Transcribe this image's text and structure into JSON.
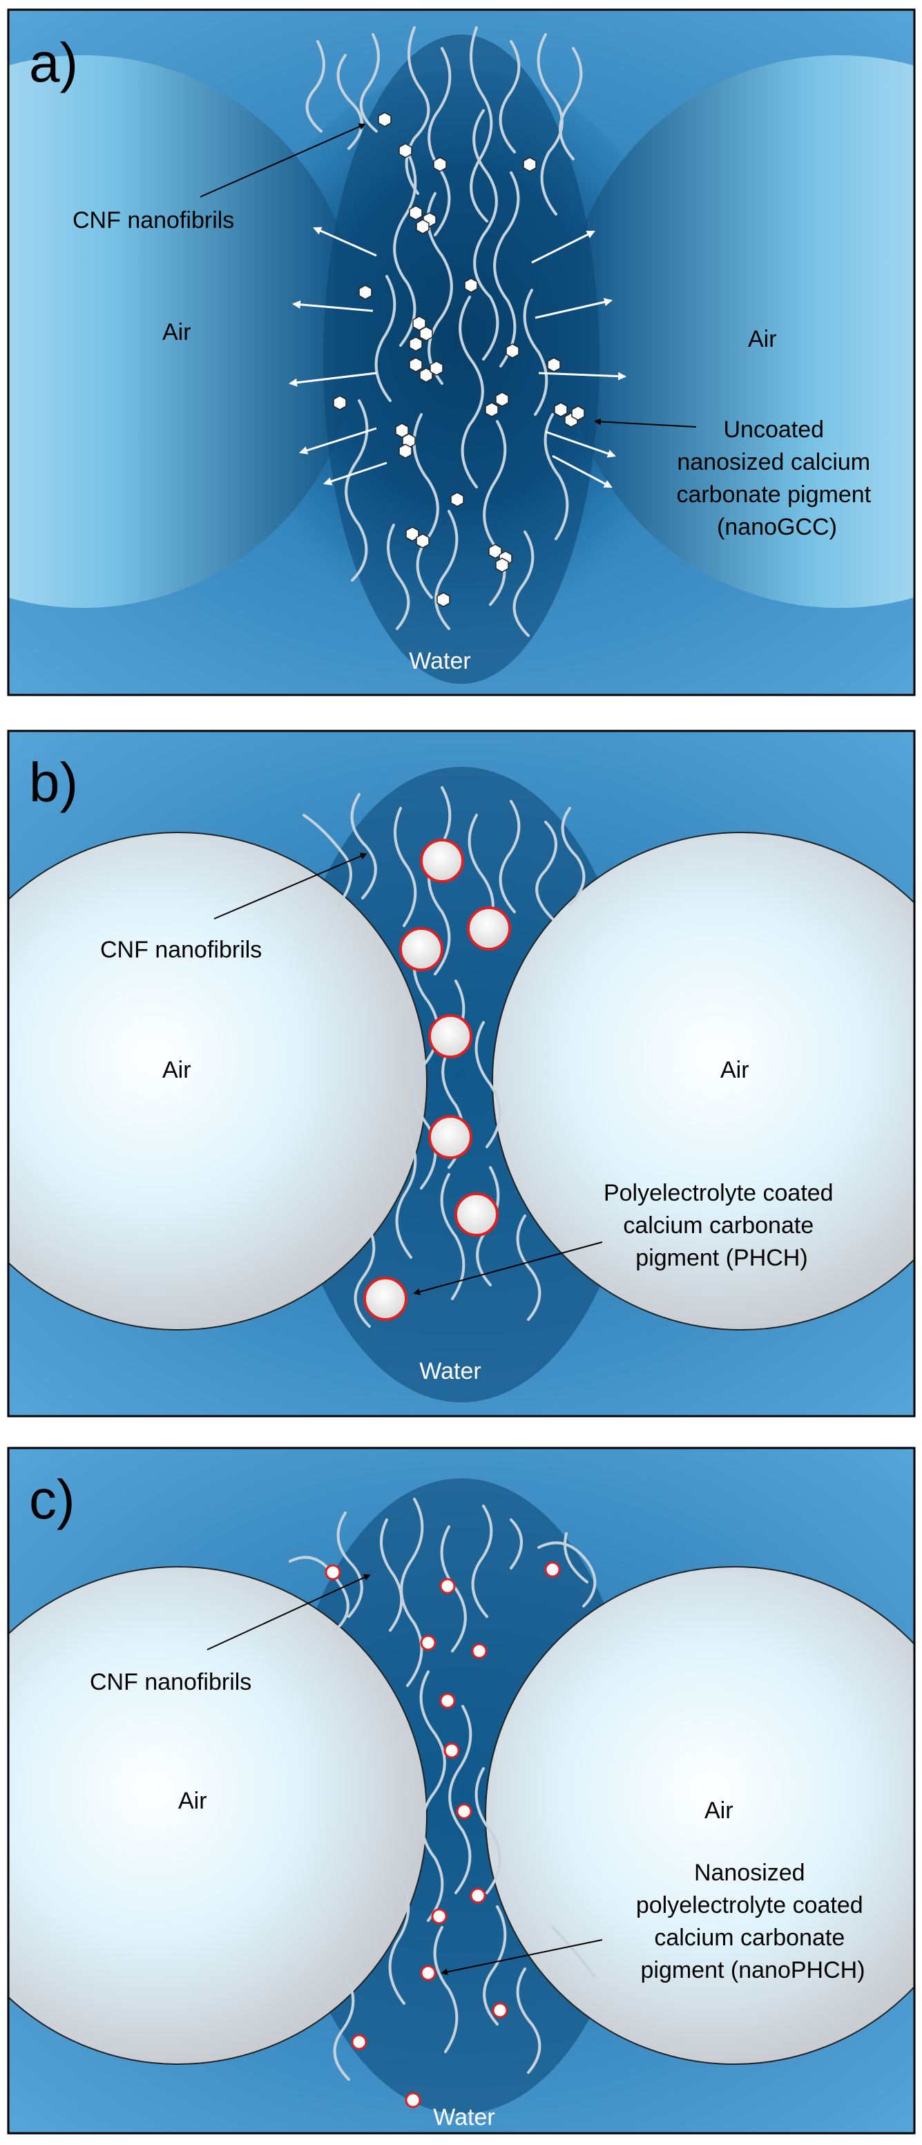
{
  "panels": [
    {
      "id": "a",
      "letter": "a)",
      "labels": {
        "air_left": "Air",
        "air_right": "Air",
        "water": "Water",
        "fibrils": "CNF nanofibrils",
        "pigment": [
          "Uncoated",
          "nanosized calcium",
          "carbonate pigment",
          "(nanoGCC)"
        ]
      }
    },
    {
      "id": "b",
      "letter": "b)",
      "labels": {
        "air_left": "Air",
        "air_right": "Air",
        "water": "Water",
        "fibrils": "CNF nanofibrils",
        "pigment": [
          "Polyelectrolyte coated",
          "calcium carbonate",
          "pigment (PHCH)"
        ]
      }
    },
    {
      "id": "c",
      "letter": "c)",
      "labels": {
        "air_left": "Air",
        "air_right": "Air",
        "water": "Water",
        "fibrils": "CNF nanofibrils",
        "pigment": [
          "Nanosized",
          "polyelectrolyte coated",
          "calcium carbonate",
          "pigment (nanoPHCH)"
        ]
      }
    }
  ],
  "colors": {
    "water_light": "#5aa2d8",
    "water_dark": "#0b4f7e",
    "air_bubble": "#ffffff",
    "coated_ring": "#e02020",
    "fibril": "#c7d3dc"
  }
}
